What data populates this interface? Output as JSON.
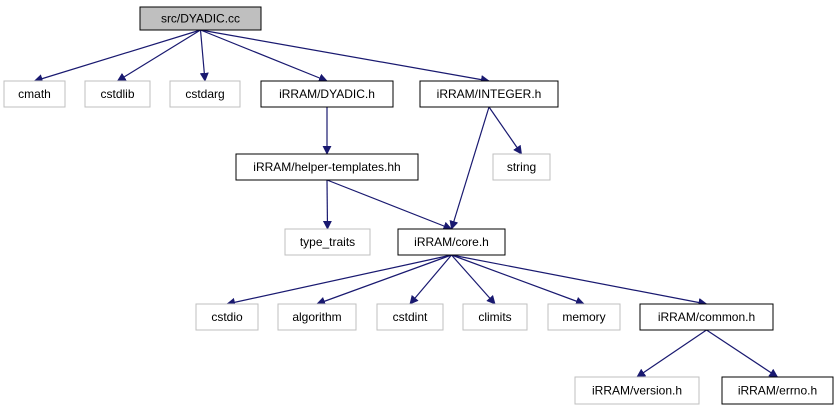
{
  "diagram": {
    "nodes": [
      {
        "id": "dyadic_cc",
        "label": "src/DYADIC.cc",
        "kind": "root"
      },
      {
        "id": "cmath",
        "label": "cmath",
        "kind": "system"
      },
      {
        "id": "cstdlib",
        "label": "cstdlib",
        "kind": "system"
      },
      {
        "id": "cstdarg",
        "label": "cstdarg",
        "kind": "system"
      },
      {
        "id": "dyadic_h",
        "label": "iRRAM/DYADIC.h",
        "kind": "project"
      },
      {
        "id": "integer_h",
        "label": "iRRAM/INTEGER.h",
        "kind": "project"
      },
      {
        "id": "helper_templates",
        "label": "iRRAM/helper-templates.hh",
        "kind": "project"
      },
      {
        "id": "string",
        "label": "string",
        "kind": "system"
      },
      {
        "id": "type_traits",
        "label": "type_traits",
        "kind": "system"
      },
      {
        "id": "core_h",
        "label": "iRRAM/core.h",
        "kind": "project"
      },
      {
        "id": "cstdio",
        "label": "cstdio",
        "kind": "system"
      },
      {
        "id": "algorithm",
        "label": "algorithm",
        "kind": "system"
      },
      {
        "id": "cstdint",
        "label": "cstdint",
        "kind": "system"
      },
      {
        "id": "climits",
        "label": "climits",
        "kind": "system"
      },
      {
        "id": "memory",
        "label": "memory",
        "kind": "system"
      },
      {
        "id": "common_h",
        "label": "iRRAM/common.h",
        "kind": "project"
      },
      {
        "id": "version_h",
        "label": "iRRAM/version.h",
        "kind": "system"
      },
      {
        "id": "errno_h",
        "label": "iRRAM/errno.h",
        "kind": "project"
      }
    ],
    "edges": [
      [
        "dyadic_cc",
        "cmath"
      ],
      [
        "dyadic_cc",
        "cstdlib"
      ],
      [
        "dyadic_cc",
        "cstdarg"
      ],
      [
        "dyadic_cc",
        "dyadic_h"
      ],
      [
        "dyadic_cc",
        "integer_h"
      ],
      [
        "dyadic_h",
        "helper_templates"
      ],
      [
        "helper_templates",
        "type_traits"
      ],
      [
        "helper_templates",
        "core_h"
      ],
      [
        "integer_h",
        "string"
      ],
      [
        "integer_h",
        "core_h"
      ],
      [
        "core_h",
        "cstdio"
      ],
      [
        "core_h",
        "algorithm"
      ],
      [
        "core_h",
        "cstdint"
      ],
      [
        "core_h",
        "climits"
      ],
      [
        "core_h",
        "memory"
      ],
      [
        "core_h",
        "common_h"
      ],
      [
        "common_h",
        "version_h"
      ],
      [
        "common_h",
        "errno_h"
      ]
    ],
    "colors": {
      "edge": "#191970",
      "root_fill": "#bfbfbf",
      "project_border": "#000000",
      "system_border": "#bfbfbf",
      "system_text": "#000000"
    }
  }
}
